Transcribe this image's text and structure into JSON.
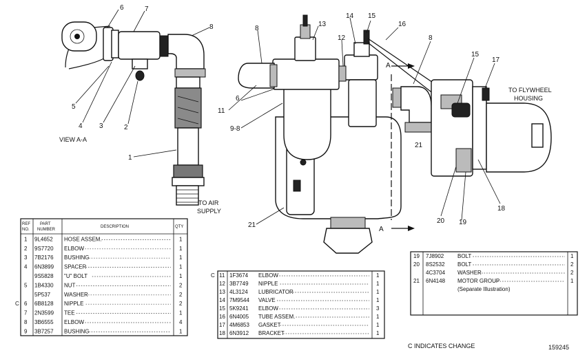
{
  "view_label": "VIEW A-A",
  "to_air_supply": [
    "TO AIR",
    "SUPPLY"
  ],
  "to_flywheel_housing": [
    "TO FLYWHEEL",
    "HOUSING"
  ],
  "section_marker": "A",
  "callouts": {
    "view": [
      "1",
      "2",
      "3",
      "4",
      "5",
      "6",
      "7",
      "8"
    ],
    "main": [
      "8",
      "13",
      "14",
      "15",
      "16",
      "12",
      "8",
      "15",
      "17",
      "11",
      "6",
      "9-8",
      "21",
      "21",
      "20",
      "19",
      "18"
    ]
  },
  "table_headers": {
    "ref": [
      "REF",
      "NO."
    ],
    "part": [
      "PART",
      "NUMBER"
    ],
    "desc": "DESCRIPTION",
    "qty": "QTY"
  },
  "table1": [
    {
      "c": "",
      "ref": "1",
      "part": "9L4652",
      "desc": "HOSE ASSEM.",
      "qty": "1"
    },
    {
      "c": "",
      "ref": "2",
      "part": "9S7720",
      "desc": "ELBOW",
      "qty": "1"
    },
    {
      "c": "",
      "ref": "3",
      "part": "7B2176",
      "desc": "BUSHING",
      "qty": "1"
    },
    {
      "c": "",
      "ref": "4",
      "part": "6N3899",
      "desc": "SPACER",
      "qty": "1"
    },
    {
      "c": "",
      "ref": "",
      "part": "9S5828",
      "desc": "\"U\" BOLT",
      "qty": "1"
    },
    {
      "c": "",
      "ref": "5",
      "part": "1B4330",
      "desc": "NUT",
      "qty": "2"
    },
    {
      "c": "",
      "ref": "",
      "part": "5P537",
      "desc": "WASHER",
      "qty": "2"
    },
    {
      "c": "C",
      "ref": "6",
      "part": "6B8128",
      "desc": "NIPPLE",
      "qty": "2"
    },
    {
      "c": "",
      "ref": "7",
      "part": "2N3599",
      "desc": "TEE",
      "qty": "1"
    },
    {
      "c": "",
      "ref": "8",
      "part": "3B6555",
      "desc": "ELBOW",
      "qty": "4"
    },
    {
      "c": "",
      "ref": "9",
      "part": "3B7257",
      "desc": "BUSHING",
      "qty": "1"
    }
  ],
  "table2": [
    {
      "c": "C",
      "ref": "11",
      "part": "1F3674",
      "desc": "ELBOW",
      "qty": "1"
    },
    {
      "c": "",
      "ref": "12",
      "part": "3B7749",
      "desc": "NIPPLE",
      "qty": "1"
    },
    {
      "c": "",
      "ref": "13",
      "part": "4L3124",
      "desc": "LUBRICATOR",
      "qty": "1"
    },
    {
      "c": "",
      "ref": "14",
      "part": "7M9544",
      "desc": "VALVE",
      "qty": "1"
    },
    {
      "c": "",
      "ref": "15",
      "part": "5K9241",
      "desc": "ELBOW",
      "qty": "3"
    },
    {
      "c": "",
      "ref": "16",
      "part": "6N4005",
      "desc": "TUBE ASSEM.",
      "qty": "1"
    },
    {
      "c": "",
      "ref": "17",
      "part": "4M6853",
      "desc": "GASKET",
      "qty": "1"
    },
    {
      "c": "",
      "ref": "18",
      "part": "6N3912",
      "desc": "BRACKET",
      "qty": "1"
    }
  ],
  "table3": [
    {
      "ref": "19",
      "part": "7J8902",
      "desc": "BOLT",
      "qty": "1"
    },
    {
      "ref": "20",
      "part": "8S2532",
      "desc": "BOLT",
      "qty": "2"
    },
    {
      "ref": "",
      "part": "4C3704",
      "desc": "WASHER",
      "qty": "2"
    },
    {
      "ref": "21",
      "part": "6N4148",
      "desc": "MOTOR GROUP",
      "qty": "1"
    },
    {
      "ref": "",
      "part": "",
      "desc": "(Separate Illustration)",
      "qty": ""
    }
  ],
  "change_note": "C INDICATES CHANGE",
  "figure_number": "159245"
}
